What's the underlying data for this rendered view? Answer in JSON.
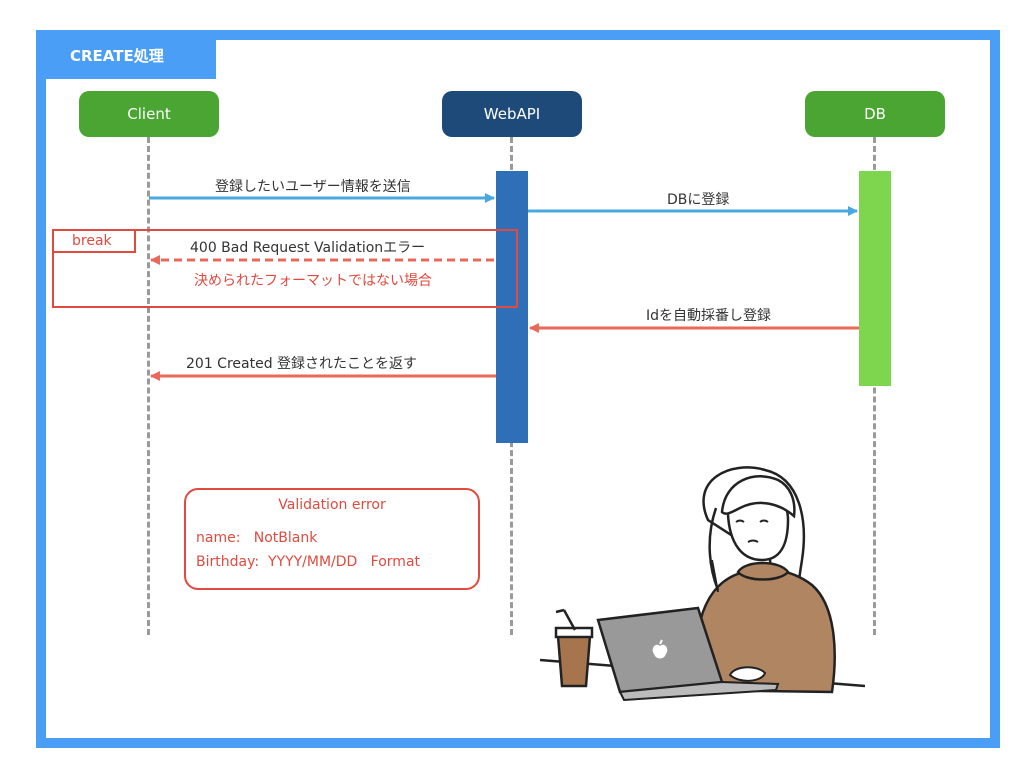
{
  "title": "CREATE処理",
  "actors": [
    {
      "name": "Client",
      "color": "#4aa532"
    },
    {
      "name": "WebAPI",
      "color": "#1e4a7a"
    },
    {
      "name": "DB",
      "color": "#4aa532"
    }
  ],
  "colors": {
    "frame": "#4a9ef5",
    "request_arrow": "#4aa8e0",
    "response_arrow": "#e8685a",
    "webapi_activation": "#2e6fb8",
    "db_activation": "#7ed64e",
    "error_red": "#e14a3e"
  },
  "messages": [
    {
      "id": "m1",
      "text": "登録したいユーザー情報を送信",
      "kind": "request"
    },
    {
      "id": "m2",
      "text": "DBに登録",
      "kind": "request"
    },
    {
      "id": "m3",
      "text": "400 Bad Request Validationエラー",
      "kind": "error-dashed"
    },
    {
      "id": "m4",
      "text": "Idを自動採番し登録",
      "kind": "response"
    },
    {
      "id": "m5",
      "text": "201 Created  登録されたことを返す",
      "kind": "response"
    }
  ],
  "break_fragment": {
    "tag": "break",
    "condition": "決められたフォーマットではない場合"
  },
  "validation_note": {
    "title": "Validation error",
    "line1": "name:   NotBlank",
    "line2": "Birthday:  YYYY/MM/DD   Format"
  },
  "illustration": {
    "description_icon": "person-with-laptop-and-coffee-illustration"
  }
}
